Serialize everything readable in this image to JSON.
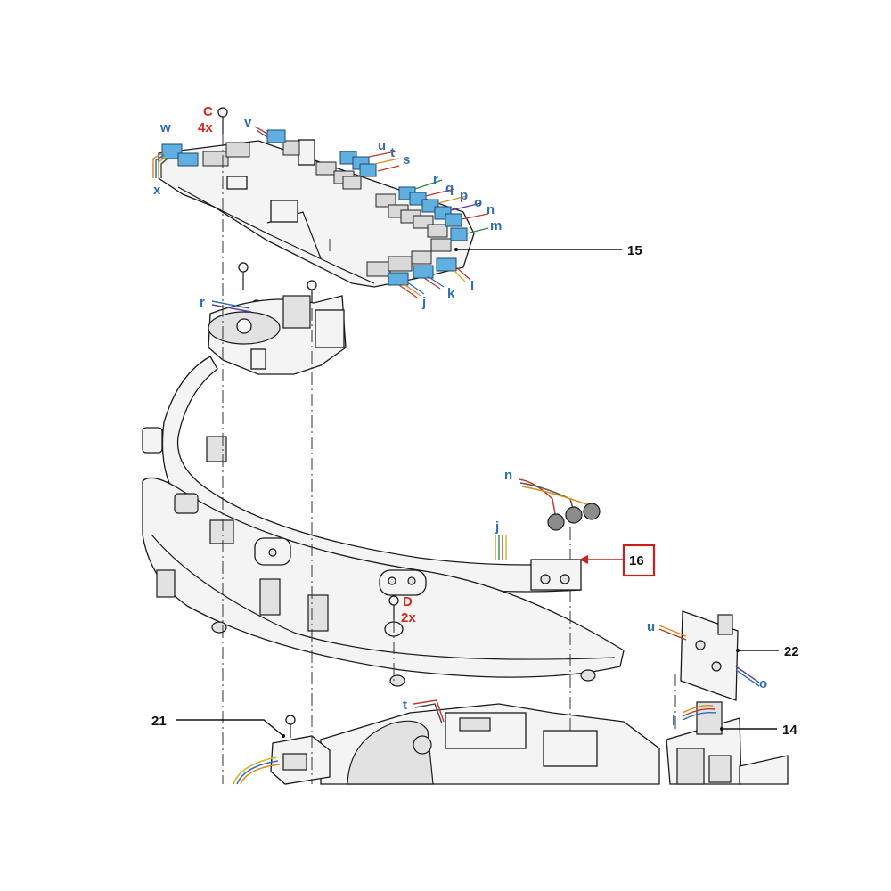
{
  "callouts": {
    "c15": "15",
    "c16": "16",
    "c14": "14",
    "c21": "21",
    "c22": "22"
  },
  "fasteners": {
    "C": "C",
    "C_qty": "4x",
    "D": "D",
    "D_qty": "2x"
  },
  "wires": {
    "w": "w",
    "x": "x",
    "v": "v",
    "u": "u",
    "t": "t",
    "s": "s",
    "r": "r",
    "q": "q",
    "p": "p",
    "o": "o",
    "n": "n",
    "m": "m",
    "j": "j",
    "k": "k",
    "l": "l",
    "r2": "r",
    "n2": "n",
    "j2": "j",
    "t2": "t",
    "u2": "u",
    "o2": "o",
    "l2": "l"
  },
  "colors": {
    "wire_letter": "#2f6db5",
    "fastener_letter": "#d8291d",
    "callout_text": "#111111",
    "highlight_box": "#c8201a",
    "connector_fill": "#5fb0e0"
  }
}
